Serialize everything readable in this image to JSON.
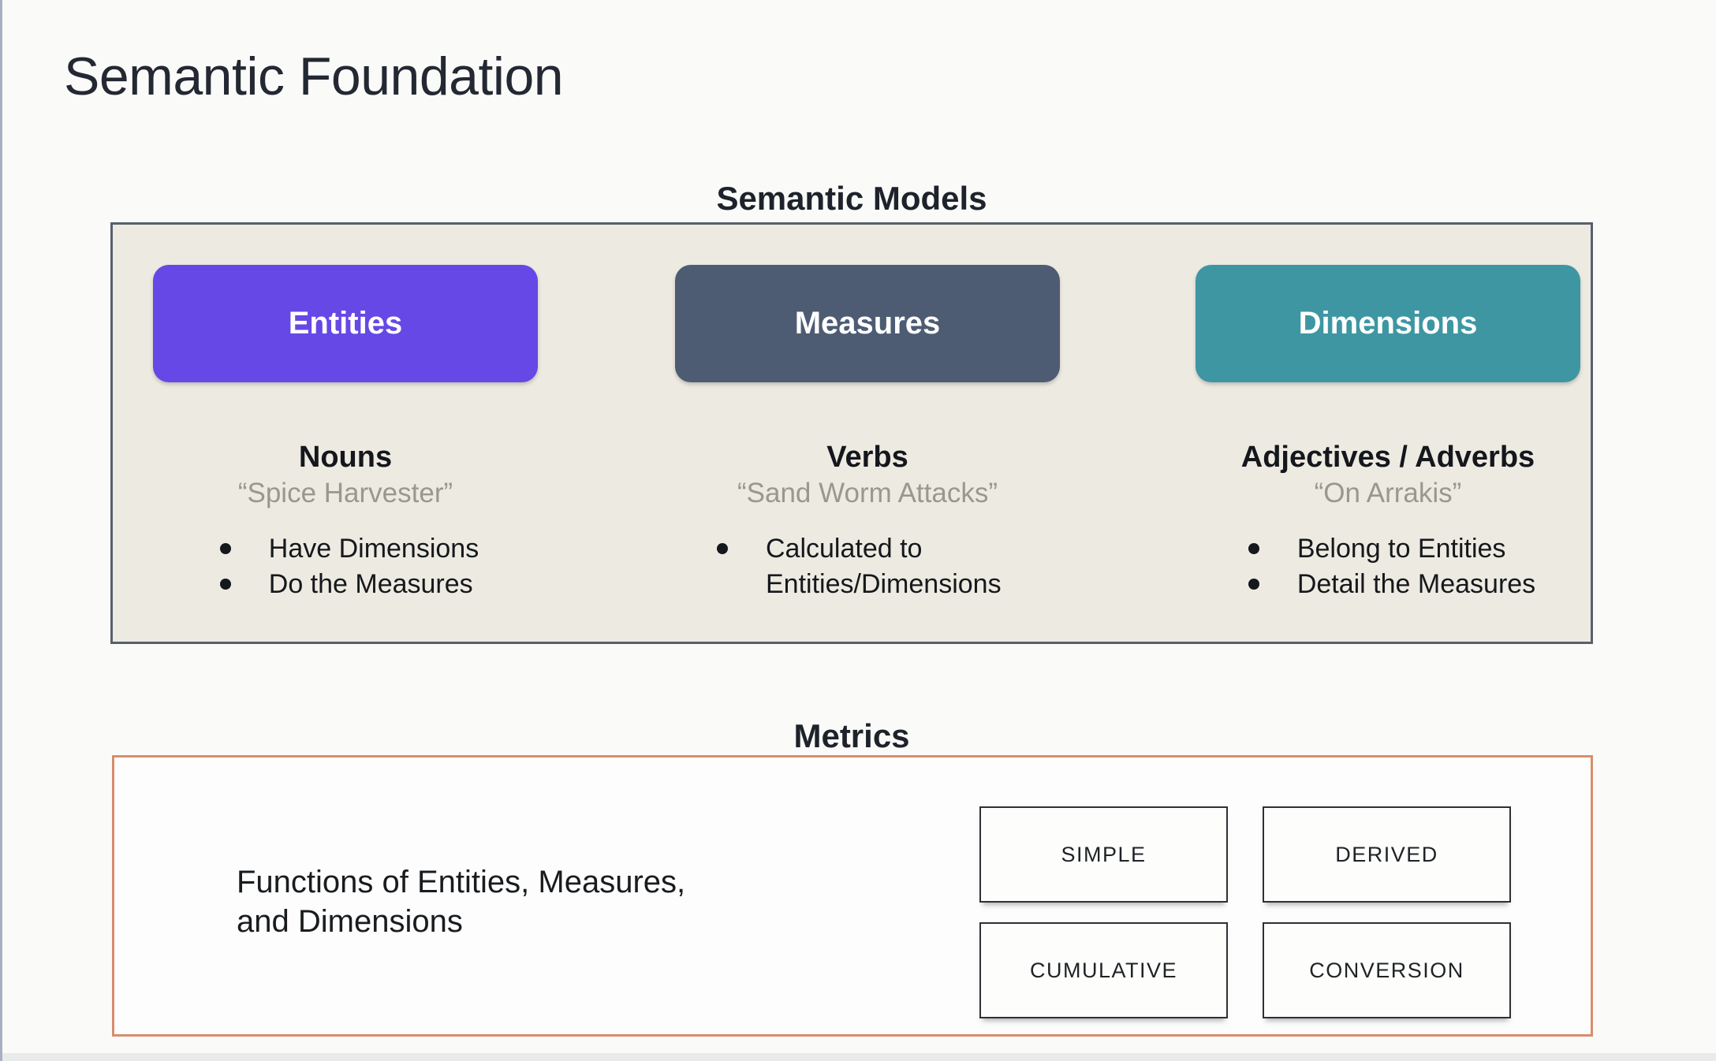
{
  "slide": {
    "title": "Semantic Foundation"
  },
  "semantic_models": {
    "heading": "Semantic Models",
    "panel_background": "#EDEAE1",
    "panel_border_color": "#57606B",
    "columns": [
      {
        "button": "Entities",
        "color": "#6648E6",
        "heading": "Nouns",
        "quote": "“Spice Harvester”",
        "bullets": [
          "Have Dimensions",
          "Do the Measures"
        ]
      },
      {
        "button": "Measures",
        "color": "#4D5C73",
        "heading": "Verbs",
        "quote": "“Sand Worm Attacks”",
        "bullets": [
          "Calculated to Entities/Dimensions"
        ]
      },
      {
        "button": "Dimensions",
        "color": "#3E96A3",
        "heading": "Adjectives / Adverbs",
        "quote": "“On Arrakis”",
        "bullets": [
          "Belong to Entities",
          "Detail the Measures"
        ]
      }
    ]
  },
  "metrics": {
    "heading": "Metrics",
    "panel_border_color": "#D78D6C",
    "description": "Functions of Entities, Measures,\nand Dimensions",
    "types": [
      "SIMPLE",
      "DERIVED",
      "CUMULATIVE",
      "CONVERSION"
    ]
  }
}
